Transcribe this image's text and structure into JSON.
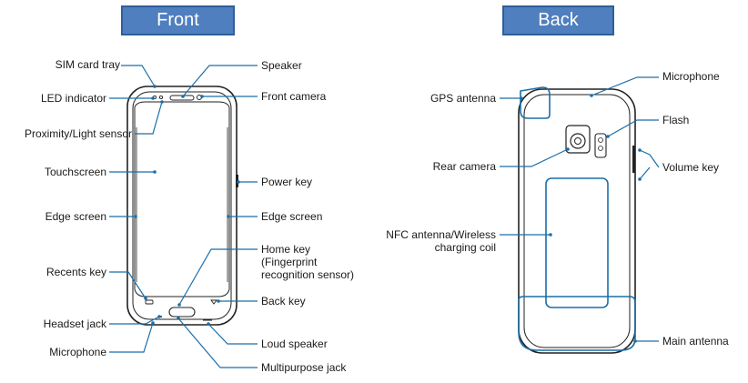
{
  "tabs": {
    "front": "Front",
    "back": "Back"
  },
  "front_labels": {
    "sim_card_tray": "SIM card tray",
    "led_indicator": "LED indicator",
    "proximity_light_sensor": "Proximity/Light sensor",
    "touchscreen": "Touchscreen",
    "edge_screen_left": "Edge screen",
    "recents_key": "Recents key",
    "headset_jack": "Headset jack",
    "microphone": "Microphone",
    "speaker": "Speaker",
    "front_camera": "Front camera",
    "power_key": "Power key",
    "edge_screen_right": "Edge screen",
    "home_key": "Home key (Fingerprint recognition sensor)",
    "back_key": "Back key",
    "loud_speaker": "Loud speaker",
    "multipurpose_jack": "Multipurpose jack"
  },
  "back_labels": {
    "gps_antenna": "GPS antenna",
    "rear_camera": "Rear camera",
    "nfc_antenna": "NFC antenna/Wireless charging coil",
    "microphone": "Microphone",
    "flash": "Flash",
    "volume_key": "Volume key",
    "main_antenna": "Main antenna"
  },
  "colors": {
    "tab_fill": "#4f7fbe",
    "tab_border": "#2e5f9a",
    "leader": "#1b6ea8",
    "outline": "#222222"
  }
}
